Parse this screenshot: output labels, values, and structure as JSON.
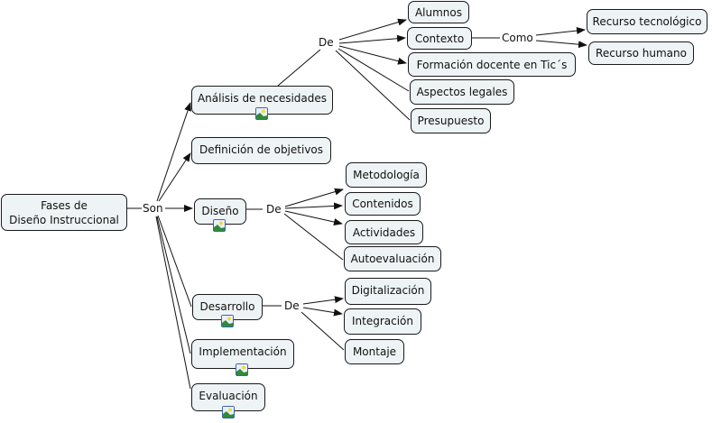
{
  "root": {
    "label_line1": "Fases de",
    "label_line2": "Diseño Instruccional"
  },
  "links": {
    "son": "Son",
    "de_analisis": "De",
    "como": "Como",
    "de_diseno": "De",
    "de_desarrollo": "De"
  },
  "phases": [
    {
      "label": "Análisis de necesidades",
      "has_image": true
    },
    {
      "label": "Definición de objetivos",
      "has_image": false
    },
    {
      "label": "Diseño",
      "has_image": true
    },
    {
      "label": "Desarrollo",
      "has_image": true
    },
    {
      "label": "Implementación",
      "has_image": true
    },
    {
      "label": "Evaluación",
      "has_image": true
    }
  ],
  "analisis_children": [
    "Alumnos",
    "Contexto",
    "Formación docente en Tic´s",
    "Aspectos legales",
    "Presupuesto"
  ],
  "contexto_children": [
    "Recurso tecnológico",
    "Recurso humano"
  ],
  "diseno_children": [
    "Metodología",
    "Contenidos",
    "Actividades",
    "Autoevaluación"
  ],
  "desarrollo_children": [
    "Digitalización",
    "Integración",
    "Montaje"
  ],
  "colors": {
    "node_fill": "#eef3f5",
    "node_border": "#1a1a1a",
    "line": "#111111",
    "icon_border": "#3a64b0"
  }
}
